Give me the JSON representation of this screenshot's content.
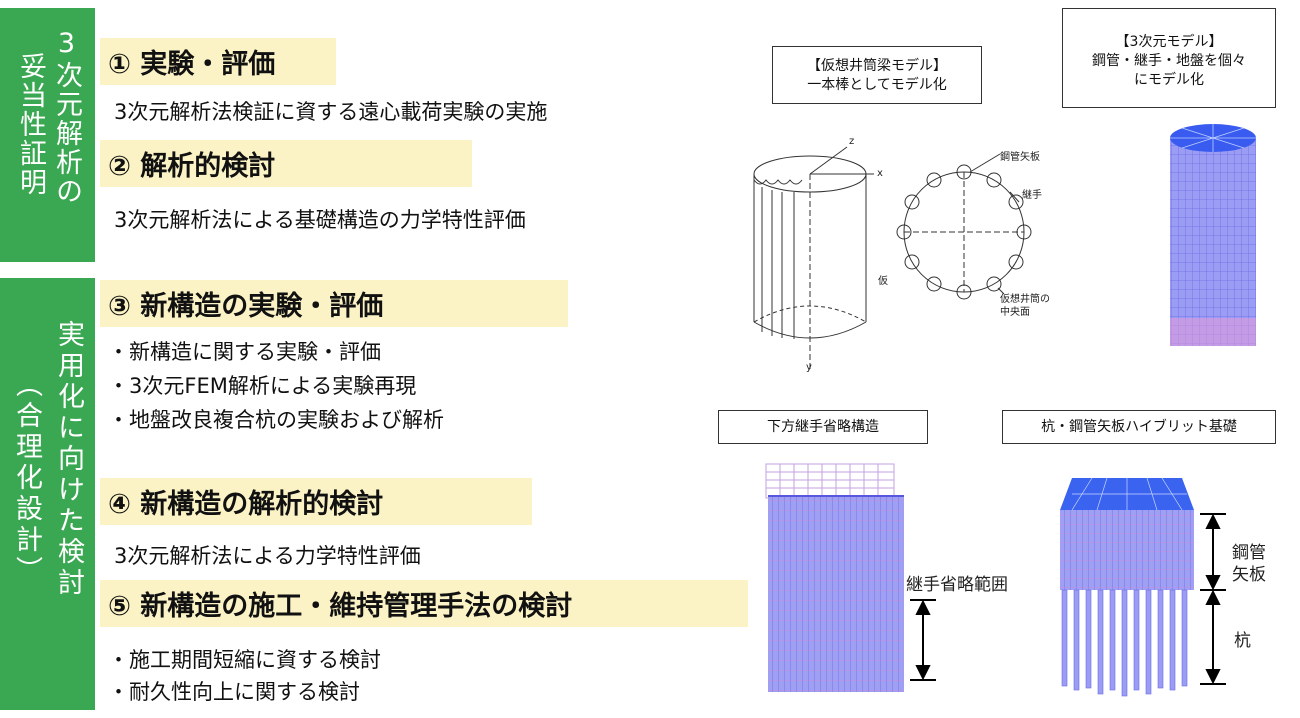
{
  "sidebar_top": {
    "col1": "3次元解析の",
    "col2": "妥当性証明"
  },
  "sidebar_bottom": {
    "col1": "実用化に向けた検討",
    "col2": "（合理化設計）"
  },
  "sections": [
    {
      "heading": "① 実験・評価",
      "lines": [
        "3次元解析法検証に資する遠心載荷実験の実施"
      ]
    },
    {
      "heading": "② 解析的検討",
      "lines": [
        "3次元解析法による基礎構造の力学特性評価"
      ]
    },
    {
      "heading": "③ 新構造の実験・評価",
      "lines": [
        "・新構造に関する実験・評価",
        "・3次元FEM解析による実験再現",
        "・地盤改良複合杭の実験および解析"
      ]
    },
    {
      "heading": "④ 新構造の解析的検討",
      "lines": [
        "3次元解析法による力学特性評価"
      ]
    },
    {
      "heading": "⑤ 新構造の施工・維持管理手法の検討",
      "lines": [
        "・施工期間短縮に資する検討",
        "・耐久性向上に関する検討"
      ]
    }
  ],
  "figures": {
    "virtual_model": {
      "line1": "【仮想井筒梁モデル】",
      "line2": "一本棒としてモデル化"
    },
    "three_d_model": {
      "line1": "【3次元モデル】",
      "line2": "鋼管・継手・地盤を個々",
      "line3": "にモデル化"
    },
    "lower_joint": {
      "caption": "下方継手省略構造",
      "range_label": "継手省略範囲"
    },
    "hybrid": {
      "caption": "杭・鋼管矢板ハイブリット基礎",
      "upper_label_1": "鋼管",
      "upper_label_2": "矢板",
      "lower_label": "杭"
    },
    "drawing_labels": {
      "steel_sheet": "鋼管矢板",
      "joint": "継手",
      "kari": "仮",
      "center1": "仮想井筒の",
      "center2": "中央面",
      "z": "z",
      "x": "x",
      "y": "y"
    }
  },
  "colors": {
    "sidebar_green": "#3aa852",
    "highlight_yellow": "#fbf3c5",
    "model_blue": "#8d8ef0",
    "model_pink": "#e88fd6"
  }
}
